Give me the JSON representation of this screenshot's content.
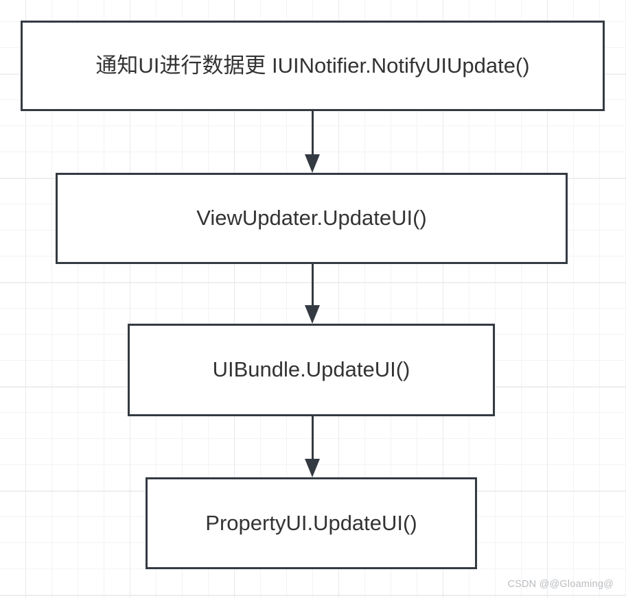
{
  "diagram": {
    "type": "flowchart",
    "direction": "top-down",
    "nodes": [
      {
        "id": "notify-ui",
        "label": "通知UI进行数据更 IUINotifier.NotifyUIUpdate()"
      },
      {
        "id": "view-updater",
        "label": "ViewUpdater.UpdateUI()"
      },
      {
        "id": "ui-bundle",
        "label": "UIBundle.UpdateUI()"
      },
      {
        "id": "property-ui",
        "label": "PropertyUI.UpdateUI()"
      }
    ],
    "edges": [
      {
        "from": "notify-ui",
        "to": "view-updater",
        "style": "solid-arrow-down"
      },
      {
        "from": "view-updater",
        "to": "ui-bundle",
        "style": "solid-arrow-down"
      },
      {
        "from": "ui-bundle",
        "to": "property-ui",
        "style": "solid-arrow-down"
      }
    ]
  },
  "colors": {
    "node_border": "#343a42",
    "node_fill": "#ffffff",
    "text": "#333333",
    "arrow": "#343a42",
    "grid_minor": "#f3f3f4",
    "grid_major": "#e8e9eb",
    "watermark": "#b9bdc1"
  },
  "watermark": {
    "text": "CSDN @@Gloaming@"
  }
}
